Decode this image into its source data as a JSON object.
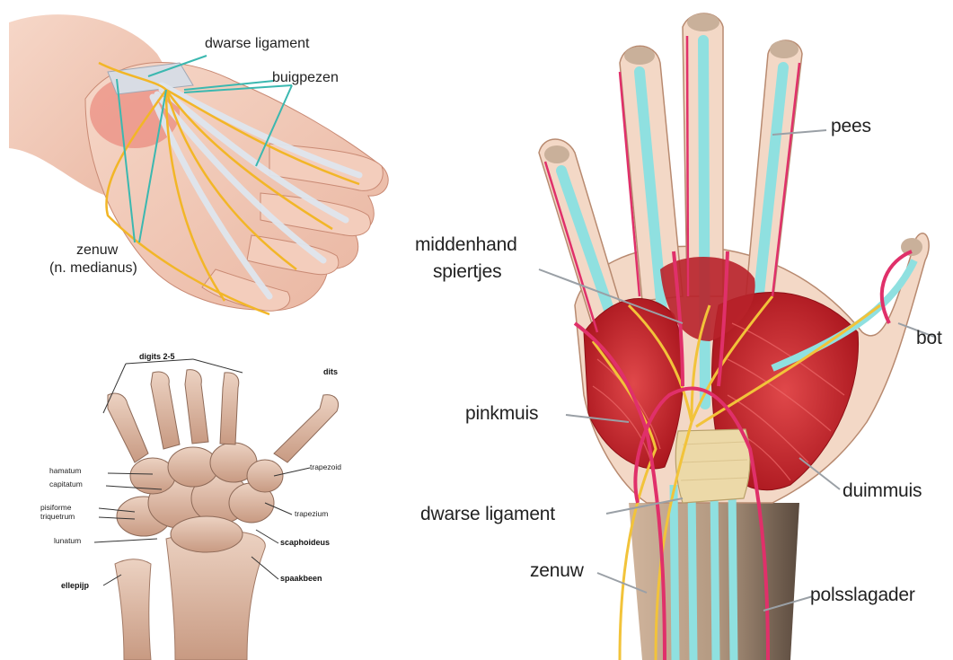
{
  "panels": {
    "top_left": {
      "labels": {
        "dwarse_ligament": "dwarse ligament",
        "buigpezen": "buigpezen",
        "zenuw": "zenuw",
        "n_medianus": "(n. medianus)"
      }
    },
    "bottom_left": {
      "labels": {
        "digits": "digits 2-5",
        "thumb": "dits",
        "hamatum": "hamatum",
        "capitatum": "capitatum",
        "pisiforme": "pisiforme",
        "triquetrum": "triquetrum",
        "lunatum": "lunatum",
        "trapezoid": "trapezoid",
        "trapezium": "trapezium",
        "scaphoideus": "scaphoideus",
        "spaakbeen": "spaakbeen",
        "ellepijp": "ellepijp"
      }
    },
    "right": {
      "labels": {
        "pees": "pees",
        "middenhand": "middenhand",
        "spiertjes": "spiertjes",
        "bot": "bot",
        "pinkmuis": "pinkmuis",
        "duimmuis": "duimmuis",
        "dwarse_ligament": "dwarse ligament",
        "zenuw": "zenuw",
        "polsslagader": "polsslagader"
      }
    }
  },
  "colors": {
    "skin": "#f1c9b6",
    "muscle": "#c8232a",
    "tendon": "#8fe0e0",
    "nerve": "#f2c33a",
    "artery": "#e0306a",
    "bone": "#d9b8a0",
    "leader": "#3bb8b0"
  }
}
